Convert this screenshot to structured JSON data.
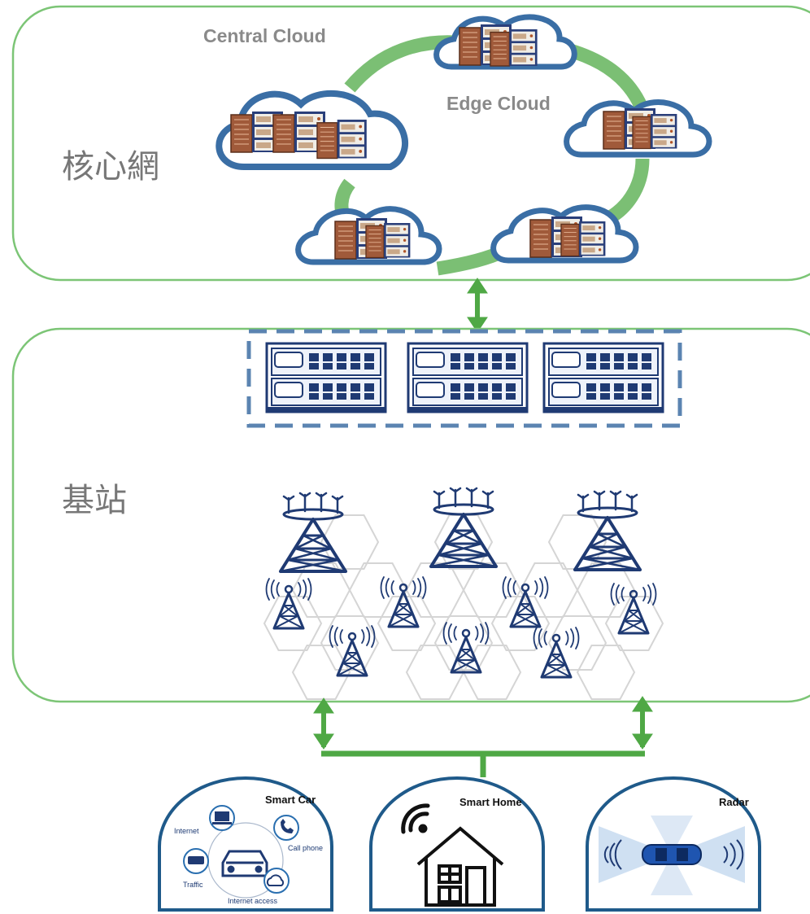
{
  "regions": {
    "core_network_label": "核心網",
    "base_station_label": "基站"
  },
  "cloud": {
    "central_label": "Central Cloud",
    "edge_label": "Edge Cloud"
  },
  "devices": {
    "smart_car": {
      "title": "Smart Car",
      "items": [
        "Internet",
        "Call phone",
        "Traffic",
        "Internet access"
      ]
    },
    "smart_home": {
      "title": "Smart Home"
    },
    "radar": {
      "title": "Radar"
    }
  },
  "colors": {
    "frame_green": "#7cc576",
    "link_green": "#55aa4c",
    "cloud_blue": "#3a6ea5",
    "navy": "#1f3a73",
    "server_brown": "#a05a3a",
    "dashed_blue": "#5b84b1",
    "hex_gray": "#d5d5d5"
  },
  "icons": {
    "server": "server-rack-icon",
    "switch": "network-switch-icon",
    "tower": "cell-tower-icon"
  }
}
